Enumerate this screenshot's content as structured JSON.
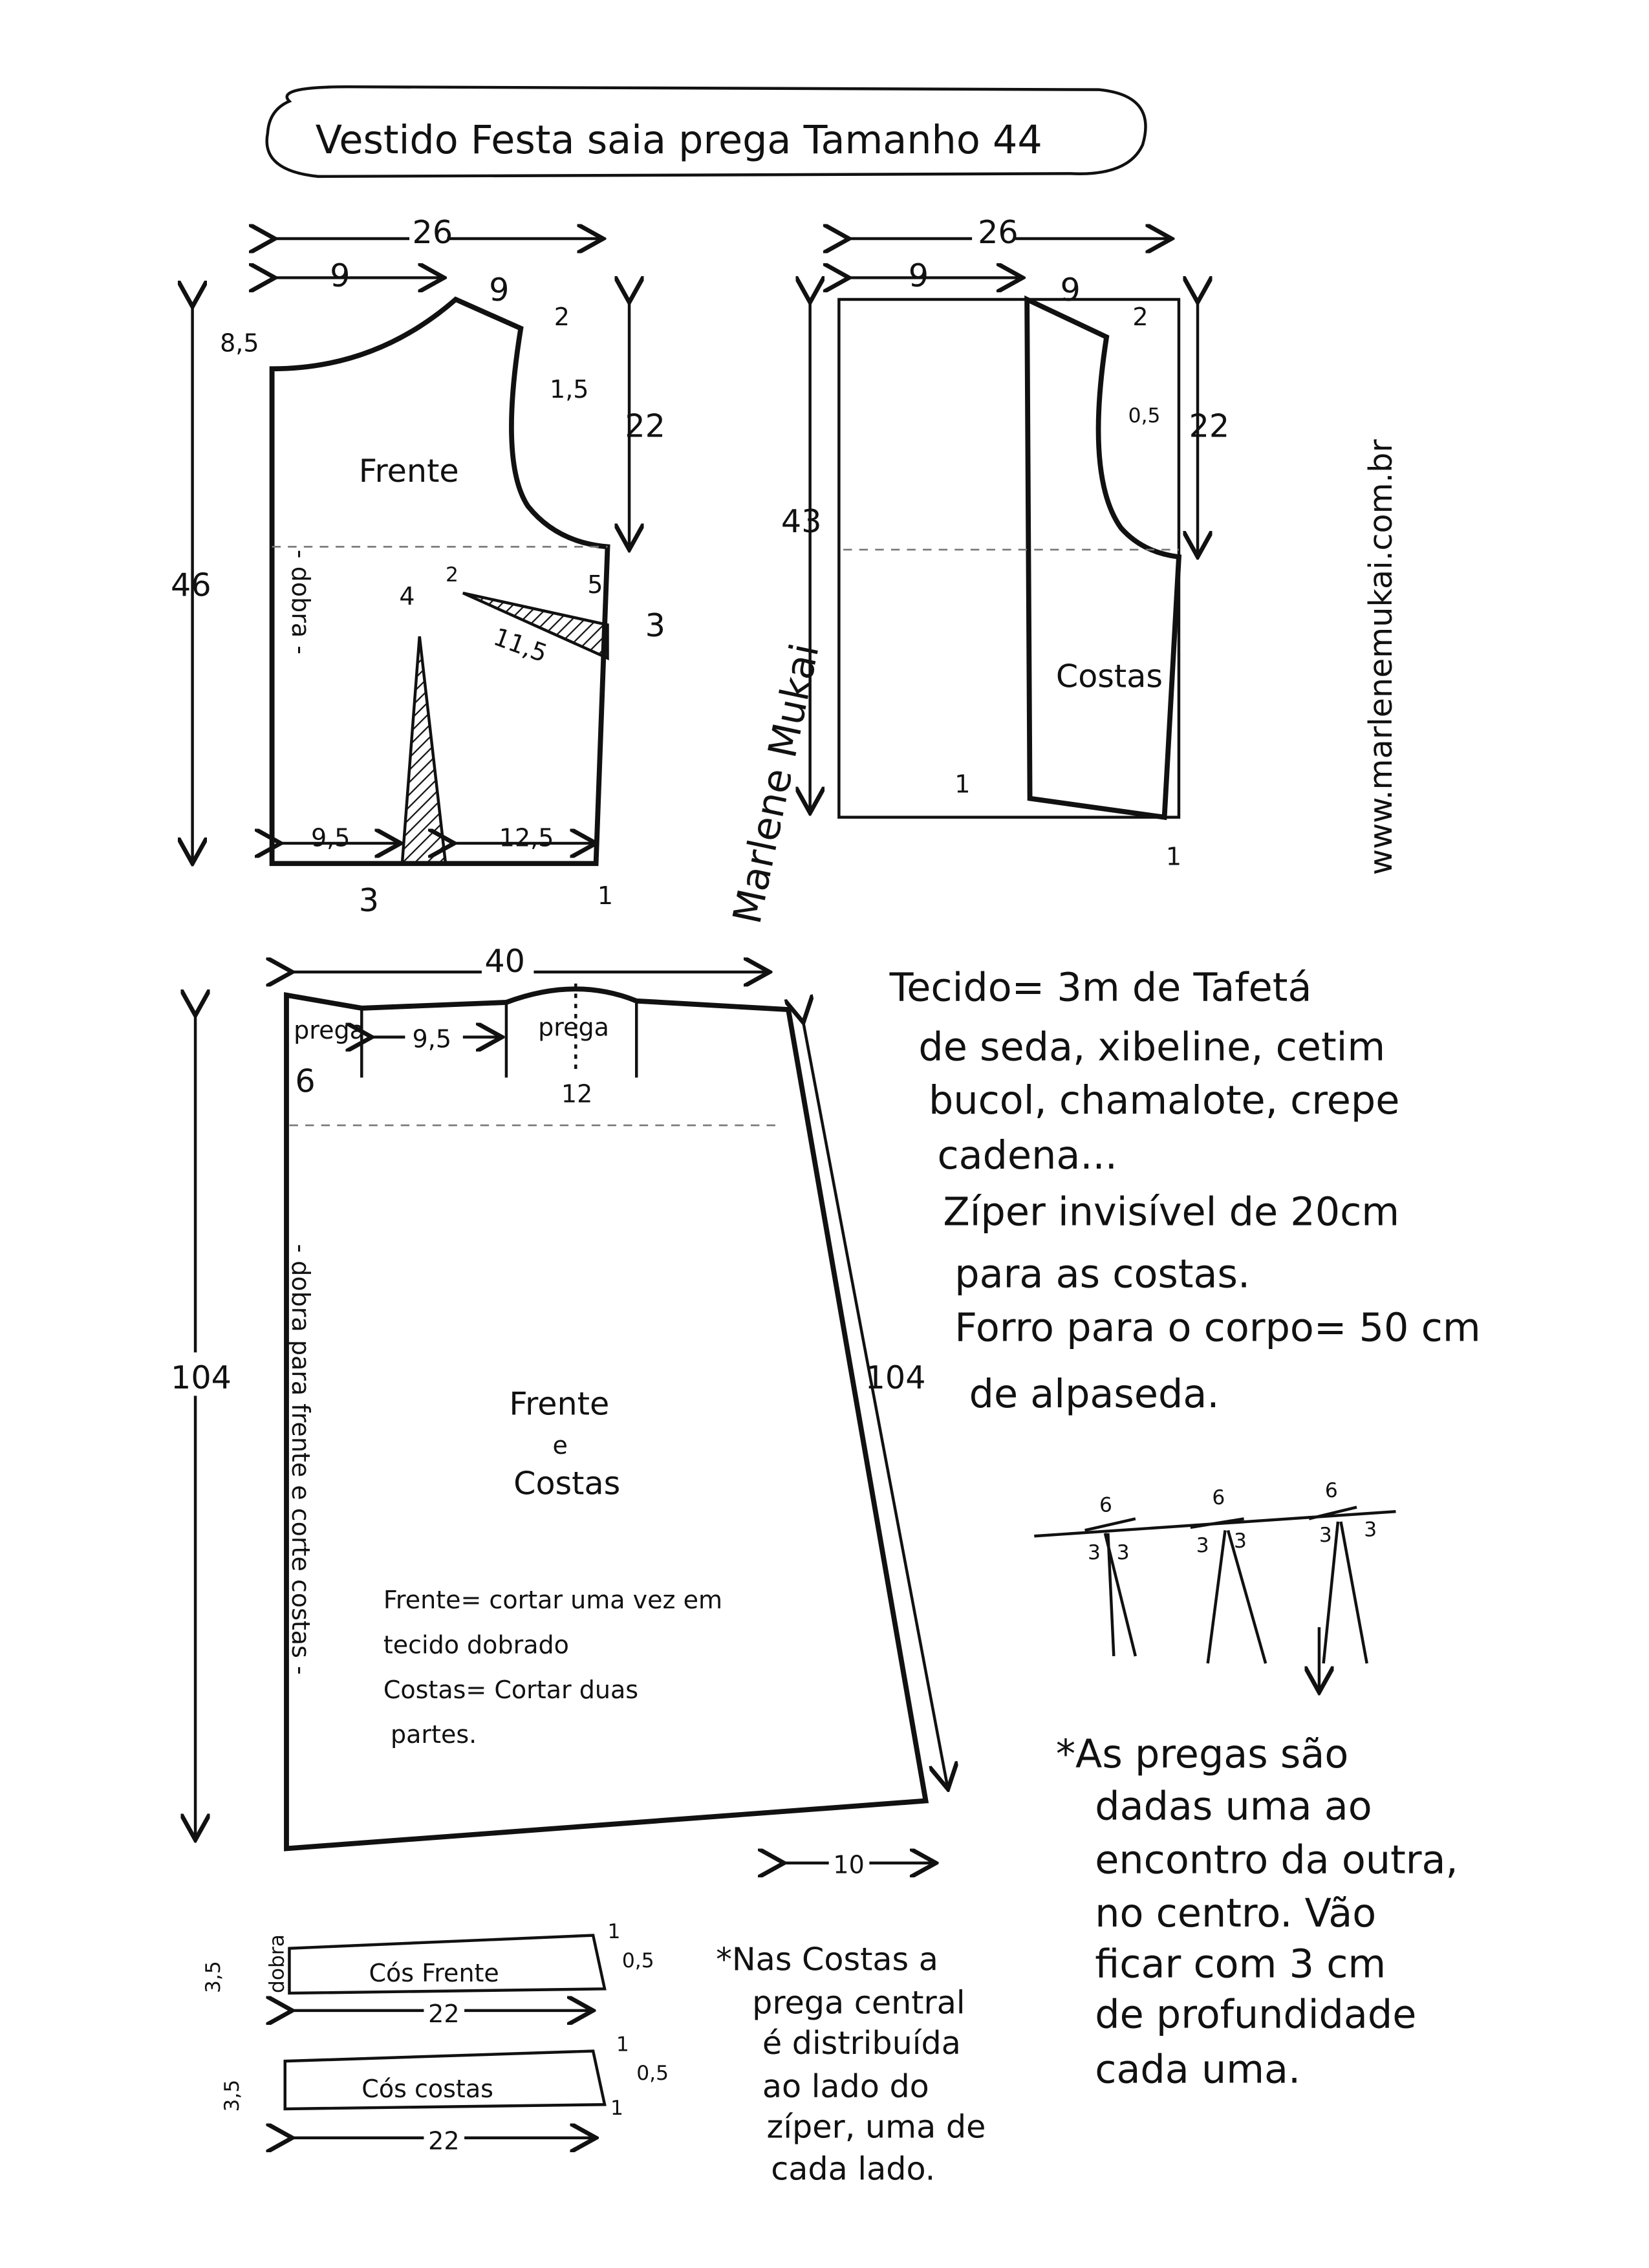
{
  "title": "Vestido Festa saia prega Tamanho 44",
  "website": "www.marlenemukai.com.br",
  "signature": "Marlene Mukai",
  "front_bodice": {
    "label": "Frente",
    "fold": "- dobra -",
    "width": "26",
    "neck_width": "9",
    "shoulder": "9",
    "shoulder_drop": "2",
    "neck_depth": "8,5",
    "armhole_curve": "1,5",
    "armhole_depth": "22",
    "length": "46",
    "dart_top": "4",
    "side_dart_small": "2",
    "side_dart_pos": "5",
    "side_dart_len": "11,5",
    "side_dart_width": "3",
    "bottom_left": "9,5",
    "bottom_right": "12,5",
    "waist_dart": "3",
    "hem_up": "1"
  },
  "back_bodice": {
    "label": "Costas",
    "width": "26",
    "neck_width": "9",
    "shoulder": "9",
    "shoulder_drop": "2",
    "armhole_curve": "0,5",
    "armhole_depth": "22",
    "length": "43",
    "left_one": "1",
    "right_one": "1"
  },
  "skirt": {
    "label_1": "Frente",
    "label_2": "e",
    "label_3": "Costas",
    "width": "40",
    "prega_1": "prega",
    "prega_1_size": "6",
    "between": "9,5",
    "prega_2": "prega",
    "prega_2_size": "12",
    "length_left": "104",
    "length_right": "104",
    "flare": "10",
    "fold": "- dobra para frente e corte costas -",
    "cut_lines": [
      "Frente= cortar uma vez em",
      "tecido dobrado",
      "Costas= Cortar duas",
      "partes."
    ]
  },
  "materials": [
    "Tecido= 3m   de Tafetá",
    "de seda, xibeline, cetim",
    "bucol, chamalote, crepe",
    "cadena...",
    "Zíper invisível de 20cm",
    "para as costas.",
    "Forro para o corpo= 50 cm",
    "de alpaseda."
  ],
  "pleat_diagram": {
    "width": "6",
    "depth": "3"
  },
  "pleat_note": [
    "*As pregas são",
    "dadas uma ao",
    "encontro da outra,",
    "no centro. Vão",
    "ficar com 3 cm",
    "de profundidade",
    "cada uma."
  ],
  "waistband_front": {
    "label": "Cós Frente",
    "height": "3,5",
    "fold": "dobra",
    "rise": "1",
    "offset": "0,5",
    "length": "22"
  },
  "waistband_back": {
    "label": "Cós costas",
    "height": "3,5",
    "rise": "1",
    "offset": "0,5",
    "drop": "1",
    "length": "22"
  },
  "back_note": [
    "*Nas Costas a",
    "prega central",
    "é distribuída",
    "ao lado do",
    "zíper, uma de",
    "cada lado."
  ]
}
